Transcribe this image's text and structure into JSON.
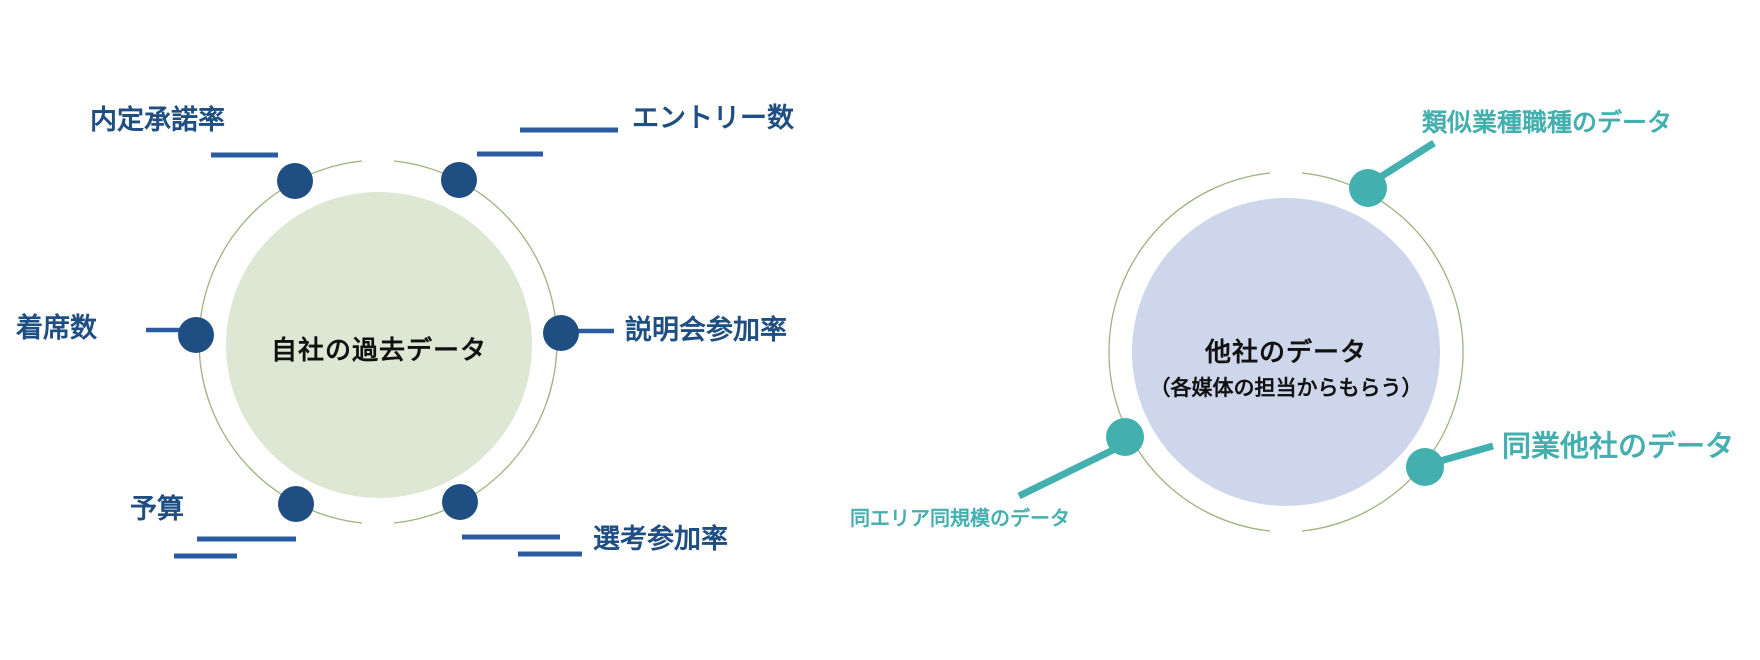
{
  "colors": {
    "background": "#FFFFFF",
    "navy": "#1F4E82",
    "navy_line": "#2C5AA0",
    "teal": "#44AFAF",
    "ring": "#9BB47D",
    "left_fill": "#DDE7D4",
    "right_fill": "#CDD6EA",
    "text_dark": "#111111"
  },
  "left_diagram": {
    "center_label": "自社の過去データ",
    "nodes": [
      {
        "label": "内定承諾率",
        "position": "top-left"
      },
      {
        "label": "エントリー数",
        "position": "top-right"
      },
      {
        "label": "着席数",
        "position": "left"
      },
      {
        "label": "説明会参加率",
        "position": "right"
      },
      {
        "label": "予算",
        "position": "bottom-left"
      },
      {
        "label": "選考参加率",
        "position": "bottom-right"
      }
    ]
  },
  "right_diagram": {
    "center_label_line1": "他社のデータ",
    "center_label_line2": "（各媒体の担当からもらう）",
    "nodes": [
      {
        "label": "類似業種職種のデータ",
        "position": "top-right"
      },
      {
        "label": "同業他社のデータ",
        "position": "bottom-right"
      },
      {
        "label": "同エリア同規模のデータ",
        "position": "bottom-left"
      }
    ]
  }
}
